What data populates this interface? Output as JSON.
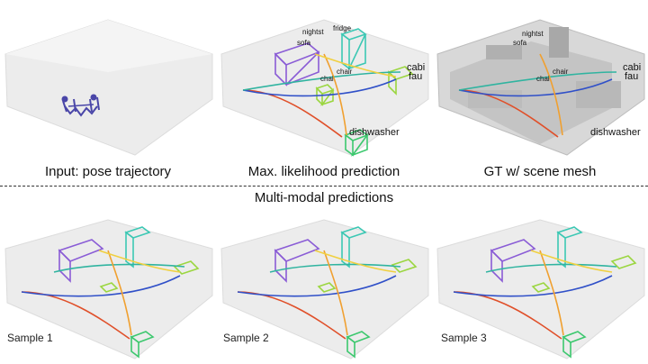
{
  "top_row": {
    "captions": [
      "Input: pose trajectory",
      "Max. likelihood prediction",
      "GT w/ scene mesh"
    ]
  },
  "section_title": "Multi-modal predictions",
  "samples": [
    "Sample 1",
    "Sample 2",
    "Sample 3"
  ],
  "object_labels": {
    "nightstand": "nightst",
    "fridge": "fridge",
    "sofa": "sofa",
    "chair_a": "chair",
    "chair_b": "chai",
    "cabinet": "cabi",
    "faucet": "fau",
    "dishwasher": "dishwasher"
  },
  "colors": {
    "sofa_box": "#8a5cd6",
    "fridge_box": "#3cc8b4",
    "chair_box": "#9bd640",
    "dishwasher_box": "#3cc86e",
    "cabinet_box": "#9bd640",
    "trajectory_red": "#e0502a",
    "trajectory_orange": "#f0a030",
    "trajectory_blue": "#3050c8",
    "trajectory_yellow": "#f0d040",
    "trajectory_teal": "#30b4a0",
    "human_pose": "#4a46a8"
  }
}
